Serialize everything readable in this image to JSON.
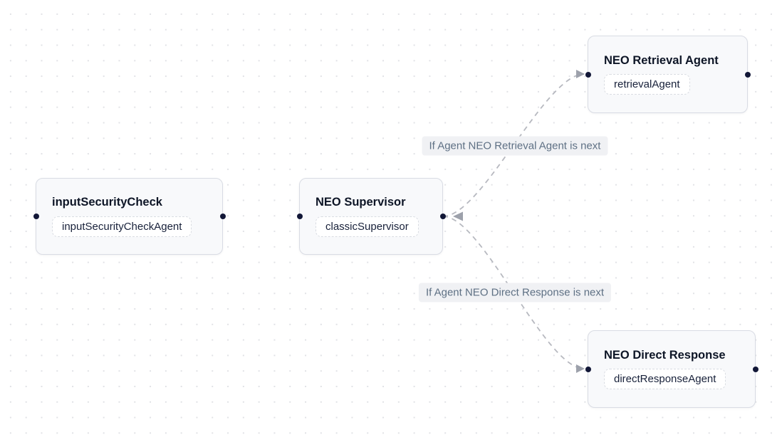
{
  "nodes": [
    {
      "title": "inputSecurityCheck",
      "agent_label": "inputSecurityCheckAgent"
    },
    {
      "title": "NEO Supervisor",
      "agent_label": "classicSupervisor"
    },
    {
      "title": "NEO Retrieval Agent",
      "agent_label": "retrievalAgent"
    },
    {
      "title": "NEO Direct Response",
      "agent_label": "directResponseAgent"
    }
  ],
  "edges": [
    {
      "from": "NEO Supervisor",
      "to": "NEO Retrieval Agent",
      "label": "If Agent NEO Retrieval Agent is next"
    },
    {
      "from": "NEO Supervisor",
      "to": "NEO Direct Response",
      "label": "If Agent NEO Direct Response is next"
    }
  ],
  "colors": {
    "node_background": "#f8f9fb",
    "node_border": "#d9dce4",
    "node_title_text": "#0d1526",
    "pill_background": "#ffffff",
    "pill_border": "#d9dce2",
    "handle": "#121737",
    "edge_stroke": "#b7b9c0",
    "arrowhead": "#9da1ab",
    "edge_label_background": "#f0f1f4",
    "edge_label_text": "#5e7084",
    "canvas_dot": "#e1e2e6"
  }
}
